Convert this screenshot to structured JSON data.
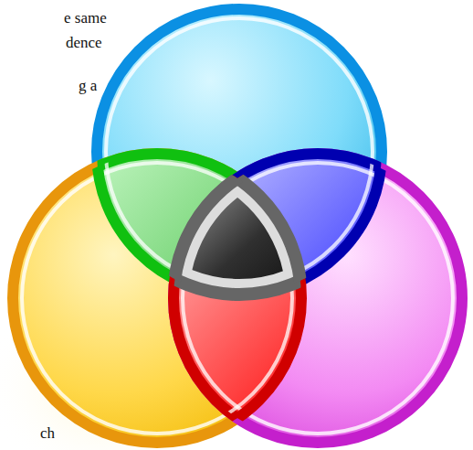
{
  "diagram": {
    "labels": [
      "e same",
      "dence",
      "g a",
      "ch"
    ]
  }
}
